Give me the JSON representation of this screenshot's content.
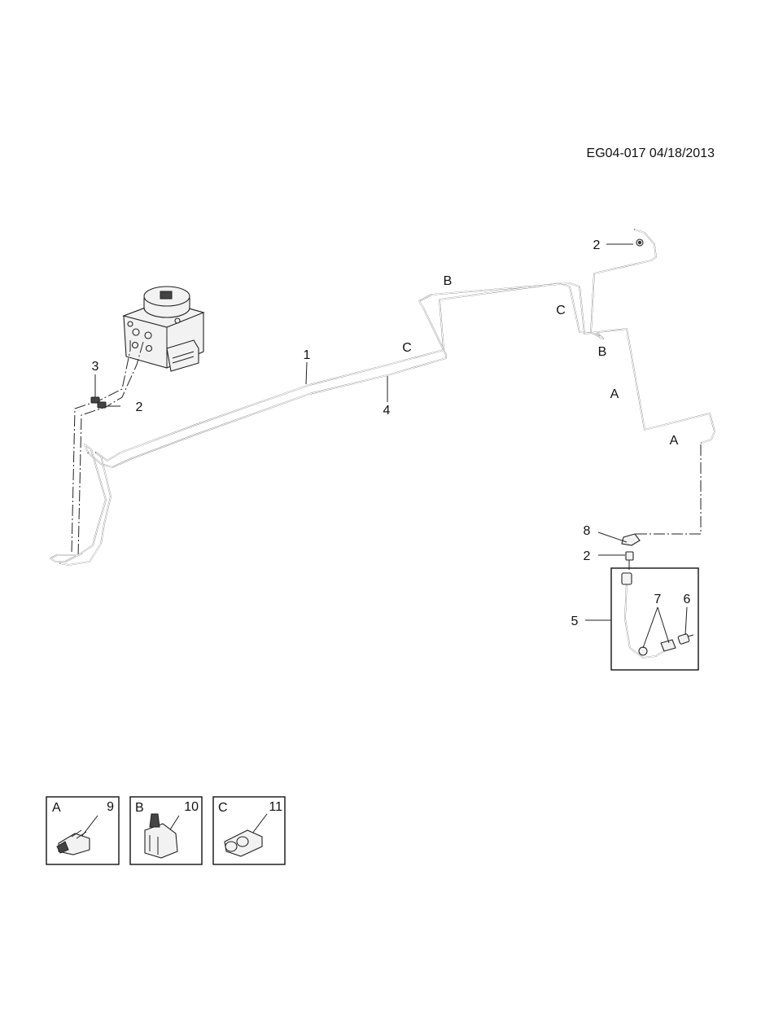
{
  "doc_id": "EG04-017 04/18/2013",
  "callouts": {
    "c1": "1",
    "c2_top": "2",
    "c2_left": "2",
    "c2_lower": "2",
    "c3": "3",
    "c4": "4",
    "c5": "5",
    "c6": "6",
    "c7": "7",
    "c8": "8"
  },
  "section_marks": {
    "b_top": "B",
    "c_mid": "C",
    "c_right": "C",
    "b_right": "B",
    "a_mid": "A",
    "a_right": "A"
  },
  "detail_boxes": [
    {
      "letter": "A",
      "number": "9"
    },
    {
      "letter": "B",
      "number": "10"
    },
    {
      "letter": "C",
      "number": "11"
    }
  ]
}
